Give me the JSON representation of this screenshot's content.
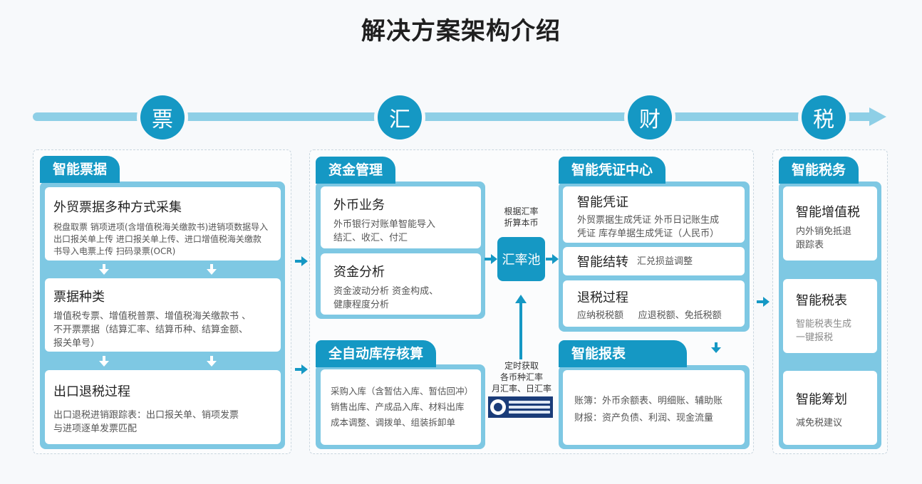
{
  "title": "解决方案架构介绍",
  "stages": [
    "票",
    "汇",
    "财",
    "税"
  ],
  "ticket": {
    "tab": "智能票据",
    "cards": [
      {
        "h": "外贸票据多种方式采集",
        "p": [
          "税盘取票 销项进项(含增值税海关缴款书)进销项数据导入",
          "出口报关单上传  进口报关单上传、进口增值税海关缴款",
          "书导入电票上传  扫码录票(OCR)"
        ]
      },
      {
        "h": "票据种类",
        "p": [
          "增值税专票、增值税普票、增值税海关缴款书 、",
          "不开票票据（结算汇率、结算币种、结算金额、",
          "报关单号）"
        ]
      },
      {
        "h": "出口退税过程",
        "p": [
          "出口退税进销跟踪表：出口报关单、销项发票",
          "与进项逐单发票匹配"
        ]
      }
    ]
  },
  "fund": {
    "tab": "资金管理",
    "cards": [
      {
        "h": "外币业务",
        "p": [
          "外币银行对账单智能导入",
          "结汇、收汇、付汇"
        ]
      },
      {
        "h": "资金分析",
        "p": [
          "资金波动分析  资金构成、",
          "健康程度分析"
        ]
      }
    ]
  },
  "inventory": {
    "tab": "全自动库存核算",
    "p": [
      "采购入库（含暂估入库、暂估回冲）",
      "销售出库、产成品入库、材料出库",
      "成本调整、调拨单、组装拆卸单"
    ]
  },
  "pool": {
    "label": "汇率池",
    "note_top": [
      "根据汇率",
      "折算本币"
    ],
    "note_bottom": [
      "定时获取",
      "各币种汇率",
      "月汇率、日汇率"
    ]
  },
  "voucher": {
    "tab": "智能凭证中心",
    "cards": [
      {
        "h": "智能凭证",
        "p": [
          "外贸票据生成凭证  外币日记账生成",
          "凭证  库存单据生成凭证（人民币）"
        ]
      },
      {
        "h": "智能结转",
        "side": "汇兑损益调整"
      },
      {
        "h": "退税过程",
        "p": [
          "应纳税税额     应退税额、免抵税额"
        ]
      }
    ]
  },
  "report": {
    "tab": "智能报表",
    "p": [
      "账簿：外币余额表、明细账、辅助账",
      "财报：资产负债、利润、现金流量"
    ]
  },
  "tax": {
    "tab": "智能税务",
    "cards": [
      {
        "h": "智能增值税",
        "p": [
          "内外销免抵退",
          "跟踪表"
        ]
      },
      {
        "h": "智能税表",
        "p": [
          "智能税表生成",
          "一键报税"
        ]
      },
      {
        "h": "智能筹划",
        "p": [
          "减免税建议"
        ]
      }
    ]
  }
}
